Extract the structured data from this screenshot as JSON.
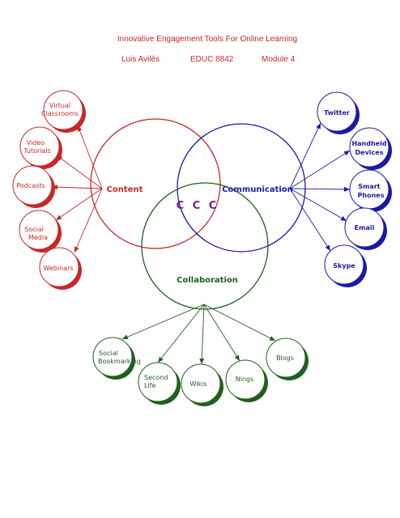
{
  "header": {
    "title": "Innovative Engagement Tools For Online Learning",
    "author": "Luis Avilés",
    "course": "EDUC 8842",
    "module": "Module 4"
  },
  "colors": {
    "content": "#c62828",
    "communication": "#1a1aa8",
    "collaboration": "#1f5f1f",
    "center": "#7b1f7b"
  },
  "center": {
    "label": "C C C"
  },
  "content": {
    "label": "Content",
    "items": [
      {
        "lines": [
          "Virtual",
          "Classrooms"
        ]
      },
      {
        "lines": [
          "Video",
          "Tutorials"
        ]
      },
      {
        "lines": [
          "Podcasts"
        ]
      },
      {
        "lines": [
          "Social",
          "Media"
        ]
      },
      {
        "lines": [
          "Webinars"
        ]
      }
    ]
  },
  "communication": {
    "label": "Communication",
    "items": [
      {
        "lines": [
          "Twitter"
        ]
      },
      {
        "lines": [
          "Handheld",
          "Devices"
        ]
      },
      {
        "lines": [
          "Smart",
          "Phones"
        ]
      },
      {
        "lines": [
          "Email"
        ]
      },
      {
        "lines": [
          "Skype"
        ]
      }
    ]
  },
  "collaboration": {
    "label": "Collaboration",
    "items": [
      {
        "lines": [
          "Social",
          "Bookmarking"
        ]
      },
      {
        "lines": [
          "Second",
          "Life"
        ]
      },
      {
        "lines": [
          "Wikis"
        ]
      },
      {
        "lines": [
          "Nings"
        ]
      },
      {
        "lines": [
          "Blogs"
        ]
      }
    ]
  }
}
